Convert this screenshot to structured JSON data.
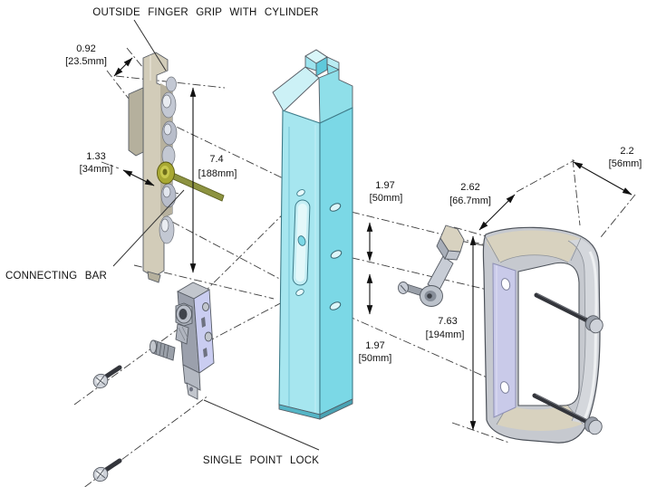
{
  "labels": {
    "finger_grip": "OUTSIDE FINGER GRIP WITH CYLINDER",
    "connecting_bar": "CONNECTING BAR",
    "single_point_lock": "SINGLE POINT LOCK"
  },
  "dimensions": {
    "grip_top_width": {
      "inches": "0.92",
      "metric": "[23.5mm]"
    },
    "grip_pocket_depth": {
      "inches": "1.33",
      "metric": "[34mm]"
    },
    "grip_length": {
      "inches": "7.4",
      "metric": "[188mm]"
    },
    "upper_hole_spacing": {
      "inches": "1.97",
      "metric": "[50mm]"
    },
    "handle_clearance": {
      "inches": "2.62",
      "metric": "[66.7mm]"
    },
    "handle_top_depth": {
      "inches": "2.2",
      "metric": "[56mm]"
    },
    "handle_length": {
      "inches": "7.63",
      "metric": "[194mm]"
    },
    "lower_hole_spacing": {
      "inches": "1.97",
      "metric": "[50mm]"
    }
  },
  "colors": {
    "background": "#ffffff",
    "channel_cyan_front": "#a6e6ef",
    "channel_cyan_side": "#7bd8e6",
    "channel_cyan_top": "#ccf1f6",
    "part_tan": "#d2ccb9",
    "lock_lavender": "#cacdf1",
    "handle_gray": "#c6c9cf",
    "handle_plate_lavender": "#c9cae9",
    "connecting_bar_olive": "#8d9340",
    "line_color": "#1a1a1a"
  }
}
